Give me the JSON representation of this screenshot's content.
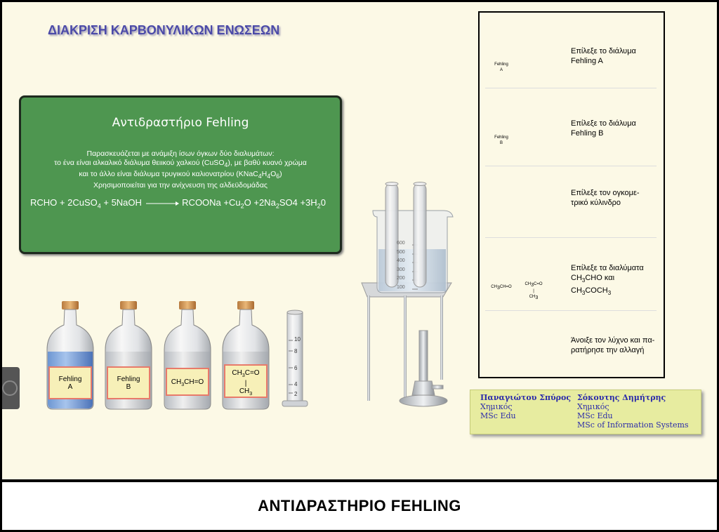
{
  "page": {
    "title": "ΔΙΑΚΡΙΣΗ ΚΑΡΒΟΝΥΛΙΚΩΝ ΕΝΩΣΕΩΝ",
    "caption": "ΑΝΤΙΔΡΑΣΤΗΡΙΟ FEHLING"
  },
  "board": {
    "title": "Αντιδραστήριο   Fehling",
    "desc_line1": "Παρασκευάζεται με ανάμιξη ίσων όγκων δύο διαλυμάτων:",
    "desc_line2_pre": "το ένα είναι αλκαλικό διάλυμα θειικού χαλκού (CuSO",
    "desc_line2_post": "), με βαθύ κυανό χρώμα",
    "desc_line3_pre": "και το άλλο είναι διάλυμα τρυγικού καλιονατρίου (KNaC",
    "desc_line3_post": ")",
    "usage": "Χρησιμοποιείται για την ανίχνευση της αλδεϋδομάδας",
    "eq_left": "RCHO + 2CuSO",
    "eq_left_end": " + 5NaOH",
    "eq_right": "RCOONa +Cu",
    "eq_right_2": "O +2Na",
    "eq_right_3": "SO4 +3H",
    "eq_right_4": "0"
  },
  "bench": {
    "bottle_a": {
      "l1": "Fehling",
      "l2": "A"
    },
    "bottle_b": {
      "l1": "Fehling",
      "l2": "B"
    },
    "bottle_c": {
      "l1": "CH3CH=O"
    },
    "bottle_d": {
      "l1": "CH3C=O",
      "l2": "|",
      "l3": "CH3"
    },
    "cylinder_ticks": [
      "10",
      "8",
      "6",
      "4",
      "2"
    ],
    "beaker_ticks": [
      "600",
      "500",
      "400",
      "300",
      "200",
      "100"
    ]
  },
  "steps": [
    {
      "line1": "Επίλεξε το διάλυμα",
      "line2": "Fehling  A"
    },
    {
      "line1": "Επίλεξε το διάλυμα",
      "line2": "Fehling B"
    },
    {
      "line1": "Επίλεξε τον ογκομε-",
      "line2": "τρικό κύλινδρο"
    },
    {
      "line1": "Επίλεξε τα διαλύματα",
      "line2_a": "CH",
      "line2_b": "CHO και",
      "line3_a": "CH",
      "line3_b": "COCH"
    },
    {
      "line1": "Άνοιξε τον λύχνο και πα-",
      "line2": "ρατήρησε την αλλαγή"
    }
  ],
  "panel_labels": {
    "fa": {
      "l1": "Fehling",
      "l2": "A"
    },
    "fb": {
      "l1": "Fehling",
      "l2": "B"
    },
    "c1": "CH3CH=O",
    "c2": "CH3C=O"
  },
  "credits": {
    "p1": {
      "name": "Παναγιώτου Σπύρος",
      "r1": "Χημικός",
      "r2": "MSc Edu"
    },
    "p2": {
      "name": "Σόκουτης Δημήτρης",
      "r1": "Χημικός",
      "r2": "MSc Edu",
      "r3": "MSc of Information Systems"
    }
  },
  "colors": {
    "board": "#4e9650",
    "title": "#4b4aa8",
    "credits_bg": "#e7eca0",
    "credits_text": "#2b2baa",
    "fehling_blue": "#3f66d8"
  }
}
